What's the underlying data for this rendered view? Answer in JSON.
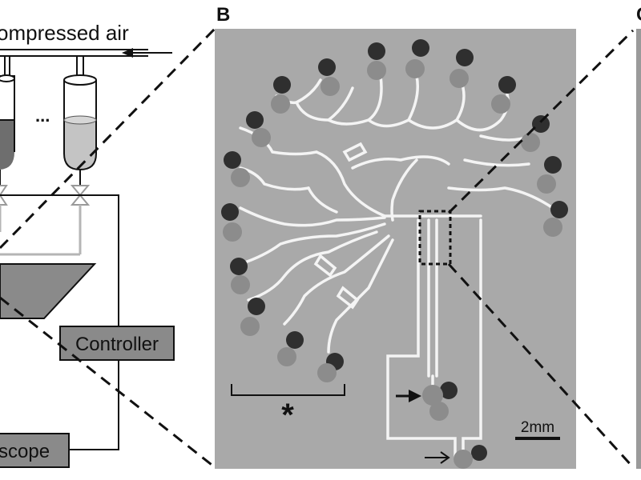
{
  "panel_a": {
    "compressed_air_label": "ompressed air",
    "ellipsis": "...",
    "controller_label": "Controller",
    "microscope_label": "scope"
  },
  "panel_b": {
    "letter": "B",
    "scale_bar_label": "2mm",
    "asterisk": "*"
  },
  "panel_c": {
    "letter": "C"
  },
  "colors": {
    "photo_background": "#a9a9a9",
    "channel": "#f4f4f4",
    "well_dark": "#2f2f2f",
    "well_light": "#8c8c8c",
    "box_fill": "#8a8a8a",
    "line": "#111111",
    "tube_gray": "#b5b5b5"
  }
}
